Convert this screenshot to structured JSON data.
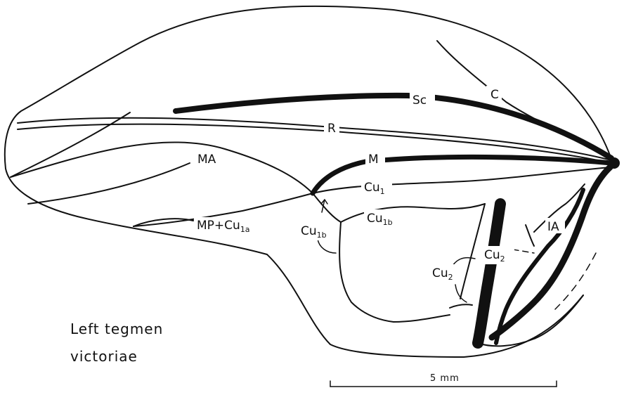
{
  "colors": {
    "ink": "#111111",
    "background": "#ffffff"
  },
  "veins": {
    "c": "C",
    "sc": "Sc",
    "r": "R",
    "ma": "MA",
    "m": "M",
    "cu1": {
      "base": "Cu",
      "sub": "1"
    },
    "mp_cu1a": {
      "base": "MP+Cu",
      "sub": "1a"
    },
    "cu1b_left": {
      "base": "Cu",
      "sub": "1b"
    },
    "cu1b_right": {
      "base": "Cu",
      "sub": "1b"
    },
    "cu2_left": {
      "base": "Cu",
      "sub": "2"
    },
    "cu2_right": {
      "base": "Cu",
      "sub": "2"
    },
    "ia": "IA"
  },
  "caption": {
    "line1": "Left tegmen",
    "line2": "victoriae"
  },
  "scale_bar": {
    "label": "5 mm"
  }
}
